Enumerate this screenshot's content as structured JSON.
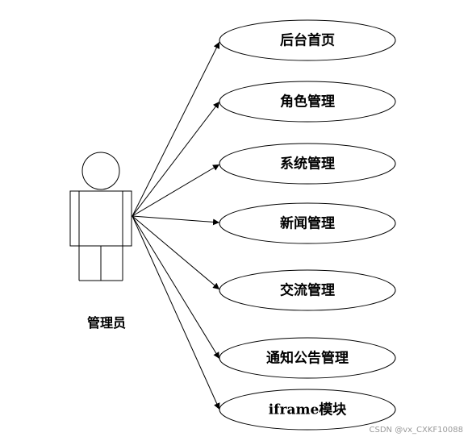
{
  "actor": {
    "label": "管理员"
  },
  "use_cases": [
    {
      "label": "后台首页"
    },
    {
      "label": "角色管理"
    },
    {
      "label": "系统管理"
    },
    {
      "label": "新闻管理"
    },
    {
      "label": "交流管理"
    },
    {
      "label": "通知公告管理"
    },
    {
      "label": "iframe模块"
    }
  ],
  "watermark": "CSDN @vx_CXKF10088"
}
